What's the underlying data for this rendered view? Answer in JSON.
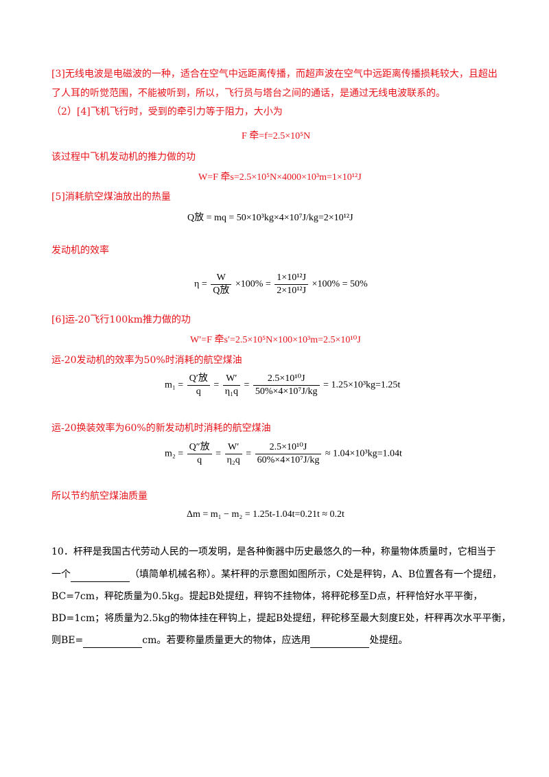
{
  "answer": {
    "p3": [
      "[3]无线电波是电磁波的一种，适合在空气中远距离传播，而超声波在空气中远距离传播损耗较大，且超出",
      "了人耳的听觉范围，不能被听到，所以，飞行员与塔台之间的通话，是通过无线电波联系的。"
    ],
    "p2_intro": "（2）[4]飞机飞行时，受到的牵引力等于阻力，大小为",
    "eq_force": "F 牵=f=2.5×10⁵N",
    "work_label": "该过程中飞机发动机的推力做的功",
    "eq_work": "W=F 牵s=2.5×10⁵N×4000×10³m=1×10¹²J",
    "heat_label": "[5]消耗航空煤油放出的热量",
    "eq_heat": "Q放 = mq = 50×10³kg×4×10⁷J/kg=2×10¹²J",
    "eff_label": "发动机的效率",
    "eq_eff_left": "η =",
    "eq_eff_frac1_num": "W",
    "eq_eff_frac1_den": "Q放",
    "eq_eff_mid": "×100% =",
    "eq_eff_frac2_num": "1×10¹²J",
    "eq_eff_frac2_den": "2×10¹²J",
    "eq_eff_right": "×100% = 50%",
    "p6_label": "[6]运-20飞行100km推力做的功",
    "eq_work2": "W′=F 牵s′=2.5×10⁵N×100×10³m=2.5×10¹⁰J",
    "m1_label": "运-20发动机的效率为50%时消耗的航空煤油",
    "eq_m1_left": "m₁ =",
    "eq_m1_f1_num": "Q′放",
    "eq_m1_f1_den": "q",
    "eq_m1_f2_num": "W′",
    "eq_m1_f2_den": "η₁q",
    "eq_m1_f3_num": "2.5×10¹⁰J",
    "eq_m1_f3_den": "50%×4×10⁷J/kg",
    "eq_m1_right": "= 1.25×10³kg=1.25t",
    "m2_label": "运-20换装效率为60%的新发动机时消耗的航空煤油",
    "eq_m2_left": "m₂ =",
    "eq_m2_f1_num": "Q″放",
    "eq_m2_f1_den": "q",
    "eq_m2_f2_num": "W′",
    "eq_m2_f2_den": "η₂q",
    "eq_m2_f3_num": "2.5×10¹⁰J",
    "eq_m2_f3_den": "60%×4×10⁷J/kg",
    "eq_m2_right": "≈ 1.04×10³kg=1.04t",
    "save_label": "所以节约航空煤油质量",
    "eq_save": "Δm = m₁ − m₂ = 1.25t-1.04t=0.21t ≈ 0.2t"
  },
  "question10": {
    "line1": "10．杆秤是我国古代劳动人民的一项发明，是各种衡器中历史最悠久的一种，称量物体质量时，它相当于",
    "line2_a": "一个",
    "line2_b": "（填简单机械名称）。某杆秤的示意图如图所示，C处是秤钩，A、B位置各有一个提纽，",
    "line3": "BC=7cm，秤砣质量为0.5kg。提起B处提纽，秤钩不挂物体，将秤砣移至D点，杆秤恰好水平平衡，",
    "line4": "BD=1cm；将质量为2.5kg的物体挂在秤钩上，提起B处提纽，秤砣移至最大刻度E处，杆秤再次水平平衡，",
    "line5_a": "则BE=",
    "line5_b": "cm。若要称量质量更大的物体，应选用",
    "line5_c": "处提纽。"
  }
}
